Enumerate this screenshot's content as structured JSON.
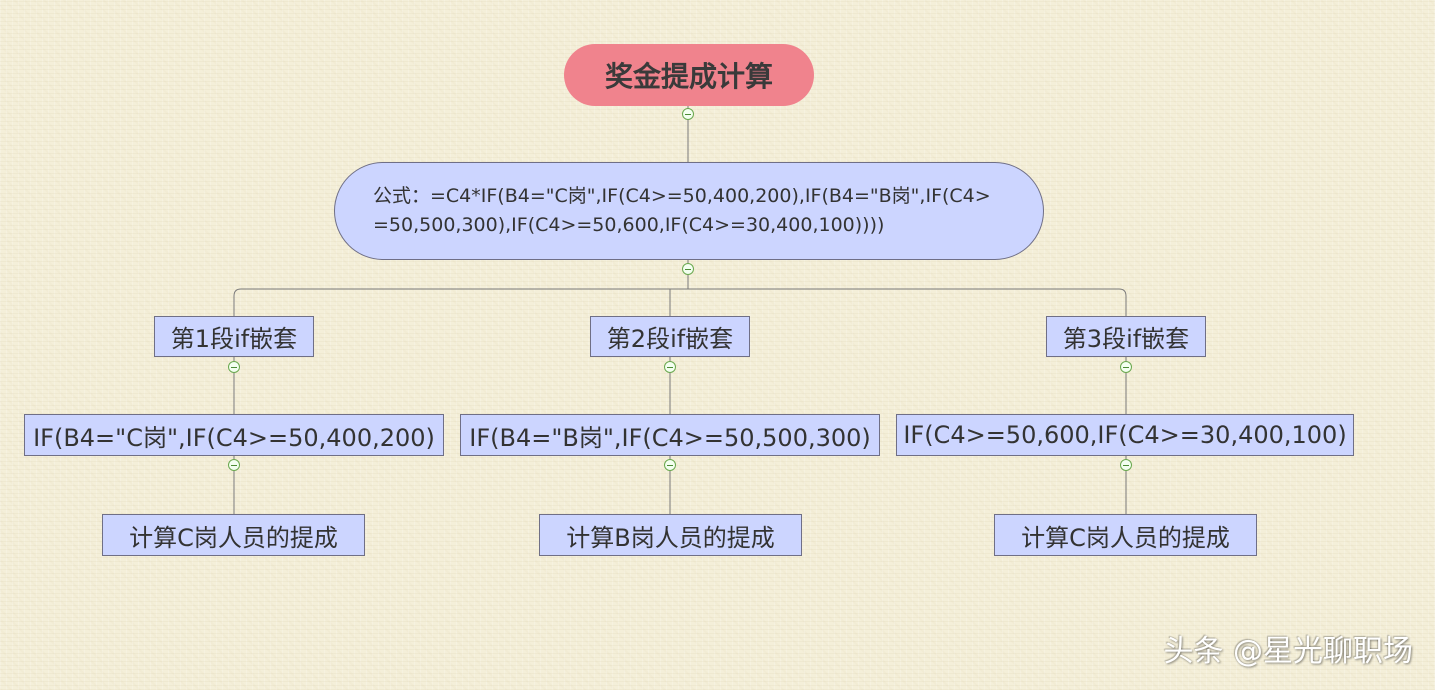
{
  "root": {
    "title": "奖金提成计算"
  },
  "formula": {
    "text": "公式：=C4*IF(B4=\"C岗\",IF(C4>=50,400,200),IF(B4=\"B岗\",IF(C4>=50,500,300),IF(C4>=50,600,IF(C4>=30,400,100))))"
  },
  "branches": [
    {
      "segment": "第1段if嵌套",
      "expression": "IF(B4=\"C岗\",IF(C4>=50,400,200)",
      "description": "计算C岗人员的提成"
    },
    {
      "segment": "第2段if嵌套",
      "expression": "IF(B4=\"B岗\",IF(C4>=50,500,300)",
      "description": "计算B岗人员的提成"
    },
    {
      "segment": "第3段if嵌套",
      "expression": "IF(C4>=50,600,IF(C4>=30,400,100)",
      "description": "计算C岗人员的提成"
    }
  ],
  "watermark": "头条 @星光聊职场",
  "colors": {
    "root_fill": "#f0838d",
    "node_fill": "#ccd5ff",
    "node_border": "#6f6f86",
    "collapse_border": "#6aa84f",
    "background": "#f4efd9"
  },
  "icons": [
    "collapse-toggle-icon"
  ]
}
